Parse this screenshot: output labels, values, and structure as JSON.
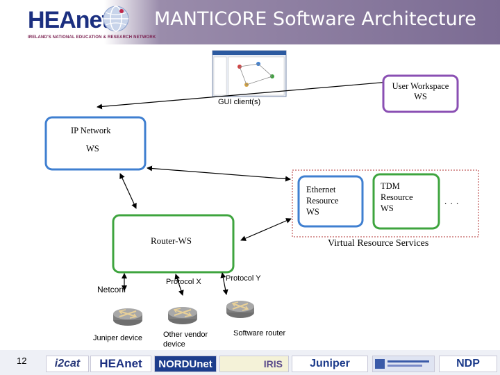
{
  "header": {
    "logo_text": "HEAnet",
    "logo_tagline": "IRELAND'S NATIONAL EDUCATION & RESEARCH NETWORK",
    "title": "MANTICORE Software Architecture"
  },
  "diagram": {
    "gui_client_label": "GUI client(s)",
    "user_workspace_label_line1": "User Workspace",
    "user_workspace_label_line2": "WS",
    "ip_network_label": "IP Network",
    "ip_network_ws_label": "WS",
    "ethernet_label_line1": "Ethernet",
    "ethernet_label_line2": "Resource",
    "ethernet_label_line3": "WS",
    "tdm_label_line1": "TDM",
    "tdm_label_line2": "Resource",
    "tdm_label_line3": "WS",
    "ellipsis": ". . .",
    "virtual_resource_label": "Virtual Resource Services",
    "router_ws_label": "Router-WS",
    "netconf_label": "Netconf",
    "protocol_x_label": "Protocol X",
    "protocol_y_label": "Protocol Y",
    "juniper_device_label": "Juniper device",
    "other_vendor_label_line1": "Other vendor",
    "other_vendor_label_line2": "device",
    "software_router_label": "Software router"
  },
  "footer": {
    "page_number": "12",
    "logos": {
      "i2cat": "i2cat",
      "heanet": "HEAnet",
      "nordunet": "NORDUnet",
      "rediris": "IRIS",
      "juniper": "Juniper",
      "ndp": "NDP"
    }
  },
  "colors": {
    "blue_box": "#3f7fd0",
    "green_box": "#3ea43e",
    "purple_box": "#8a4fb3",
    "dashed": "#b03030",
    "router_icon": "#8a8a8a",
    "title_bar": "#7b6b93"
  }
}
